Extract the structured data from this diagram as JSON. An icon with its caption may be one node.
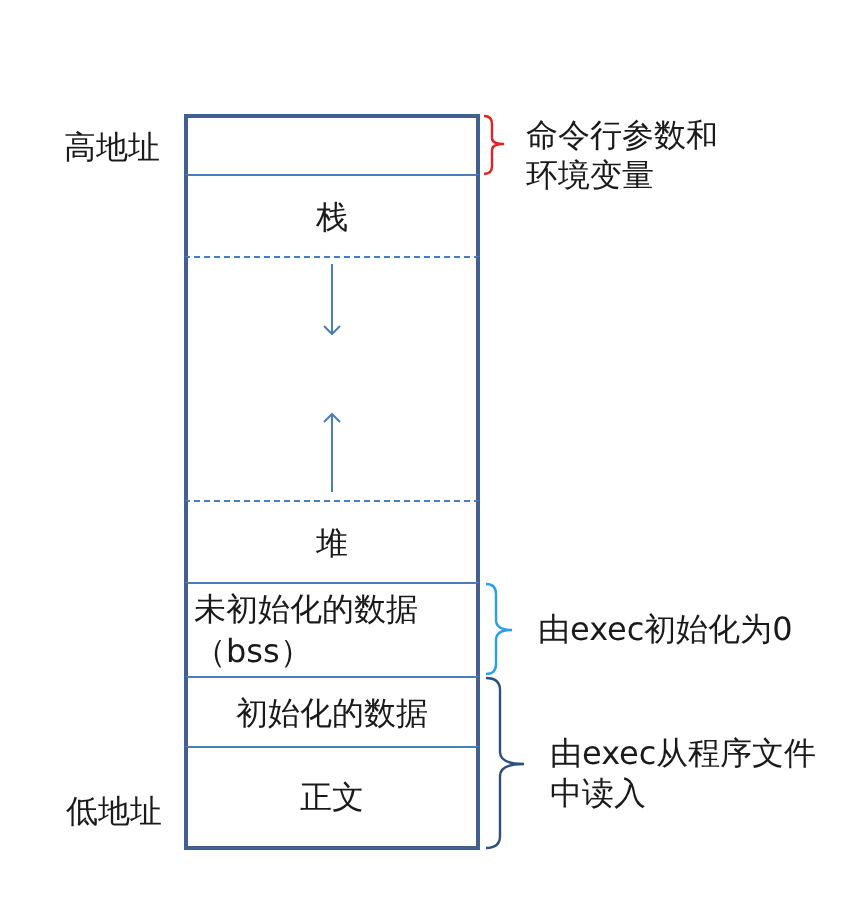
{
  "diagram": {
    "nodes": [
      {
        "text": [],
        "shape": "box"
      },
      {
        "text": [
          "栈"
        ]
      },
      {
        "text": [],
        "shape": "box"
      },
      {
        "text": [
          "堆"
        ]
      },
      {
        "text": [
          "未初始化的数据（bss）"
        ]
      },
      {
        "text": [
          "初始化的数据"
        ]
      },
      {
        "text": [
          "正文"
        ]
      }
    ],
    "labels": [
      "高地址",
      "命令行参数和环境变量",
      "由exec初始化为0",
      "由exec从程序文件中读入",
      "低地址"
    ]
  }
}
